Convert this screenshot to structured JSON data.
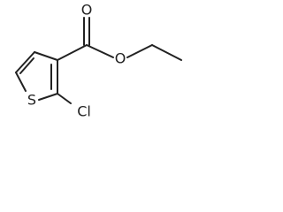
{
  "molecule": {
    "atoms": {
      "carbonyl_oxygen": "O",
      "ester_oxygen": "O",
      "sulfur": "S",
      "chlorine": "Cl"
    }
  }
}
